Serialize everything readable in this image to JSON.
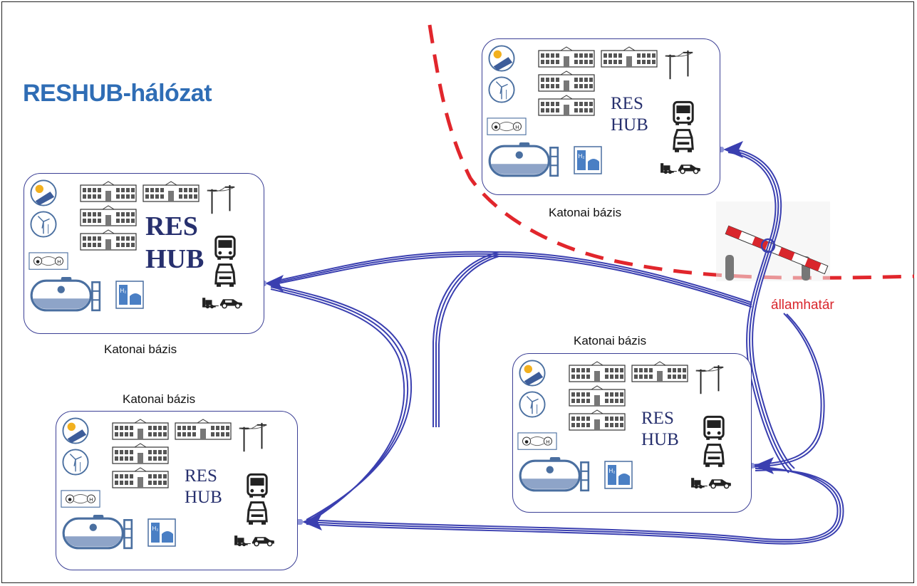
{
  "title": "RESHUB-hálózat",
  "border_label": "államhatár",
  "hubs": [
    {
      "caption": "Katonai bázis",
      "line1": "RES",
      "line2": "HUB"
    },
    {
      "caption": "Katonai bázis",
      "line1": "RES",
      "line2": "HUB"
    },
    {
      "caption": "Katonai bázis",
      "line1": "RES",
      "line2": "HUB"
    },
    {
      "caption": "Katonai bázis",
      "line1": "RES",
      "line2": "HUB"
    }
  ],
  "icon_labels": {
    "hydrogen": "H",
    "h2": "H₂"
  },
  "colors": {
    "title": "#2f6db5",
    "pipeline": "#3a3fb0",
    "border": "#e1262c",
    "icon": "#4a6fa0"
  }
}
